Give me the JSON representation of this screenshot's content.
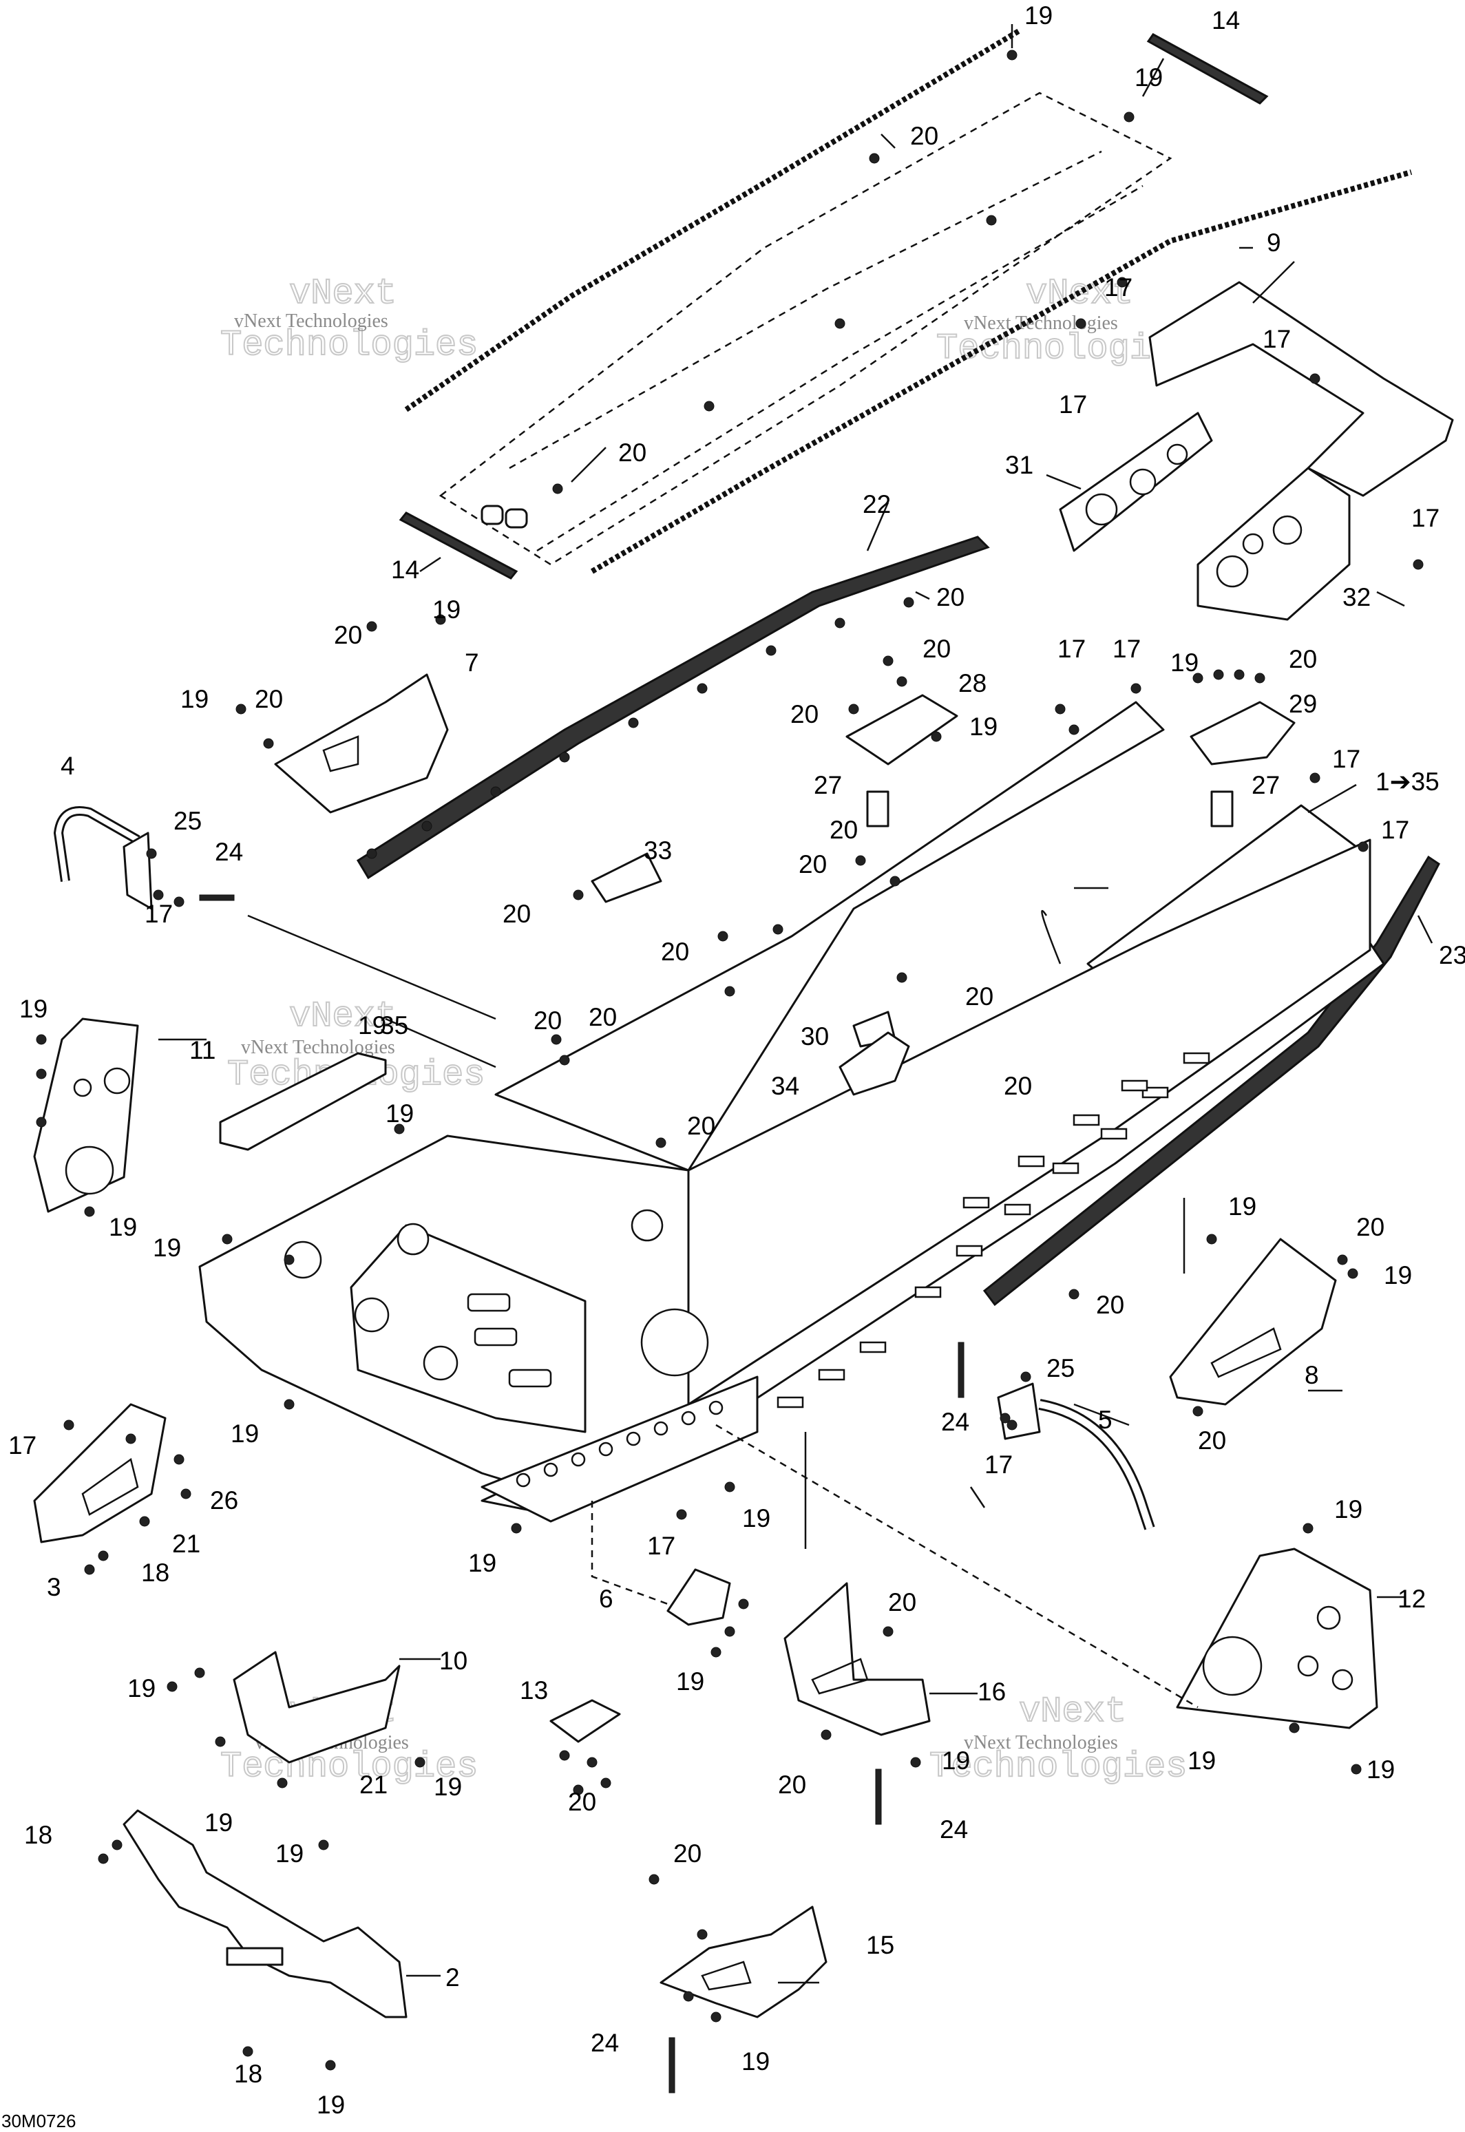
{
  "watermark": {
    "line1": "vNext Technologies",
    "line2": "vNext",
    "line3": "Technologies"
  },
  "drawing_code": "30M0726",
  "callouts": [
    {
      "id": "c1",
      "text": "19"
    },
    {
      "id": "c2",
      "text": "14"
    },
    {
      "id": "c3",
      "text": "19"
    },
    {
      "id": "c4",
      "text": "20"
    },
    {
      "id": "c5",
      "text": "17"
    },
    {
      "id": "c6",
      "text": "9"
    },
    {
      "id": "c7",
      "text": "17"
    },
    {
      "id": "c8",
      "text": "17"
    },
    {
      "id": "c9",
      "text": "20"
    },
    {
      "id": "c10",
      "text": "31"
    },
    {
      "id": "c11",
      "text": "17"
    },
    {
      "id": "c12",
      "text": "14"
    },
    {
      "id": "c13",
      "text": "32"
    },
    {
      "id": "c14",
      "text": "22"
    },
    {
      "id": "c15",
      "text": "20"
    },
    {
      "id": "c16",
      "text": "20"
    },
    {
      "id": "c17",
      "text": "19"
    },
    {
      "id": "c18",
      "text": "7"
    },
    {
      "id": "c19",
      "text": "20"
    },
    {
      "id": "c20",
      "text": "28"
    },
    {
      "id": "c21",
      "text": "17"
    },
    {
      "id": "c22",
      "text": "17"
    },
    {
      "id": "c23",
      "text": "19"
    },
    {
      "id": "c24",
      "text": "20"
    },
    {
      "id": "c25",
      "text": "19"
    },
    {
      "id": "c26",
      "text": "20"
    },
    {
      "id": "c27",
      "text": "20"
    },
    {
      "id": "c28",
      "text": "29"
    },
    {
      "id": "c29",
      "text": "19"
    },
    {
      "id": "c30",
      "text": "4"
    },
    {
      "id": "c31",
      "text": "27"
    },
    {
      "id": "c32",
      "text": "27"
    },
    {
      "id": "c33",
      "text": "17"
    },
    {
      "id": "c34",
      "text": "1➔35"
    },
    {
      "id": "c35",
      "text": "25"
    },
    {
      "id": "c36",
      "text": "24"
    },
    {
      "id": "c37",
      "text": "33"
    },
    {
      "id": "c38",
      "text": "20"
    },
    {
      "id": "c39",
      "text": "17"
    },
    {
      "id": "c40",
      "text": "20"
    },
    {
      "id": "c41",
      "text": "23"
    },
    {
      "id": "c42",
      "text": "17"
    },
    {
      "id": "c43",
      "text": "20"
    },
    {
      "id": "c44",
      "text": "20"
    },
    {
      "id": "c45",
      "text": "20"
    },
    {
      "id": "c46",
      "text": "19"
    },
    {
      "id": "c47",
      "text": "11"
    },
    {
      "id": "c48",
      "text": "19"
    },
    {
      "id": "c49",
      "text": "35"
    },
    {
      "id": "c50",
      "text": "20"
    },
    {
      "id": "c51",
      "text": "20"
    },
    {
      "id": "c52",
      "text": "30"
    },
    {
      "id": "c53",
      "text": "34"
    },
    {
      "id": "c54",
      "text": "20"
    },
    {
      "id": "c55",
      "text": "19"
    },
    {
      "id": "c56",
      "text": "20"
    },
    {
      "id": "c57",
      "text": "19"
    },
    {
      "id": "c58",
      "text": "19"
    },
    {
      "id": "c59",
      "text": "19"
    },
    {
      "id": "c60",
      "text": "20"
    },
    {
      "id": "c61",
      "text": "19"
    },
    {
      "id": "c62",
      "text": "20"
    },
    {
      "id": "c63",
      "text": "8"
    },
    {
      "id": "c64",
      "text": "25"
    },
    {
      "id": "c65",
      "text": "5"
    },
    {
      "id": "c66",
      "text": "24"
    },
    {
      "id": "c67",
      "text": "20"
    },
    {
      "id": "c68",
      "text": "17"
    },
    {
      "id": "c69",
      "text": "19"
    },
    {
      "id": "c70",
      "text": "17"
    },
    {
      "id": "c71",
      "text": "26"
    },
    {
      "id": "c72",
      "text": "21"
    },
    {
      "id": "c73",
      "text": "18"
    },
    {
      "id": "c74",
      "text": "3"
    },
    {
      "id": "c75",
      "text": "19"
    },
    {
      "id": "c76",
      "text": "17"
    },
    {
      "id": "c77",
      "text": "19"
    },
    {
      "id": "c78",
      "text": "19"
    },
    {
      "id": "c79",
      "text": "12"
    },
    {
      "id": "c80",
      "text": "6"
    },
    {
      "id": "c81",
      "text": "20"
    },
    {
      "id": "c82",
      "text": "19"
    },
    {
      "id": "c83",
      "text": "16"
    },
    {
      "id": "c84",
      "text": "10"
    },
    {
      "id": "c85",
      "text": "19"
    },
    {
      "id": "c86",
      "text": "13"
    },
    {
      "id": "c87",
      "text": "19"
    },
    {
      "id": "c88",
      "text": "21"
    },
    {
      "id": "c89",
      "text": "19"
    },
    {
      "id": "c90",
      "text": "20"
    },
    {
      "id": "c91",
      "text": "19"
    },
    {
      "id": "c92",
      "text": "20"
    },
    {
      "id": "c93",
      "text": "19"
    },
    {
      "id": "c94",
      "text": "19"
    },
    {
      "id": "c95",
      "text": "24"
    },
    {
      "id": "c96",
      "text": "18"
    },
    {
      "id": "c97",
      "text": "19"
    },
    {
      "id": "c98",
      "text": "20"
    },
    {
      "id": "c99",
      "text": "15"
    },
    {
      "id": "c100",
      "text": "2"
    },
    {
      "id": "c101",
      "text": "24"
    },
    {
      "id": "c102",
      "text": "19"
    },
    {
      "id": "c103",
      "text": "18"
    },
    {
      "id": "c104",
      "text": "19"
    }
  ]
}
